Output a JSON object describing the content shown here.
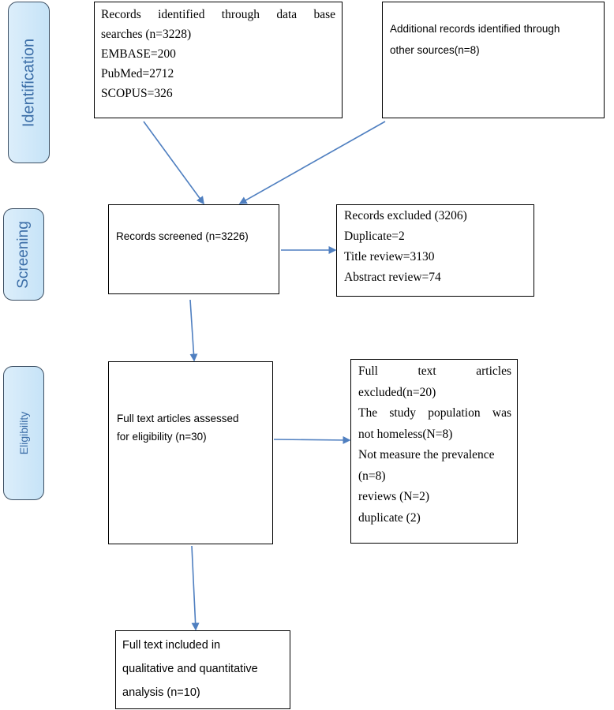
{
  "stages": {
    "identification": "Identification",
    "screening": "Screening",
    "eligibility": "Eligibility"
  },
  "boxes": {
    "records_identified": {
      "line1": "Records identified through data base",
      "line2": "searches (n=3228)",
      "line3": "EMBASE=200",
      "line4": "PubMed=2712",
      "line5": "SCOPUS=326"
    },
    "additional_records": {
      "line1": "Additional records identified through",
      "line2": "other sources(n=8)"
    },
    "records_screened": {
      "line1": "Records screened (n=3226)"
    },
    "records_excluded": {
      "line1": "Records excluded (3206)",
      "line2": "Duplicate=2",
      "line3": "Title review=3130",
      "line4": "Abstract review=74"
    },
    "full_text_assessed": {
      "line1": "Full text articles assessed",
      "line2": "for eligibility (n=30)"
    },
    "full_text_excluded": {
      "line1": "Full text articles",
      "line2": "excluded(n=20)",
      "line3": "The study population was",
      "line4": "not homeless(N=8)",
      "line5": "Not measure the prevalence",
      "line6": "(n=8)",
      "line7": "reviews (N=2)",
      "line8": "duplicate (2)"
    },
    "full_text_included": {
      "line1": "Full text included in",
      "line2": "qualitative and quantitative",
      "line3": "analysis (n=10)"
    }
  },
  "colors": {
    "arrow": "#4f7fc0",
    "stage_text": "#3d6fa8",
    "stage_fill": "#c6e3f7"
  }
}
